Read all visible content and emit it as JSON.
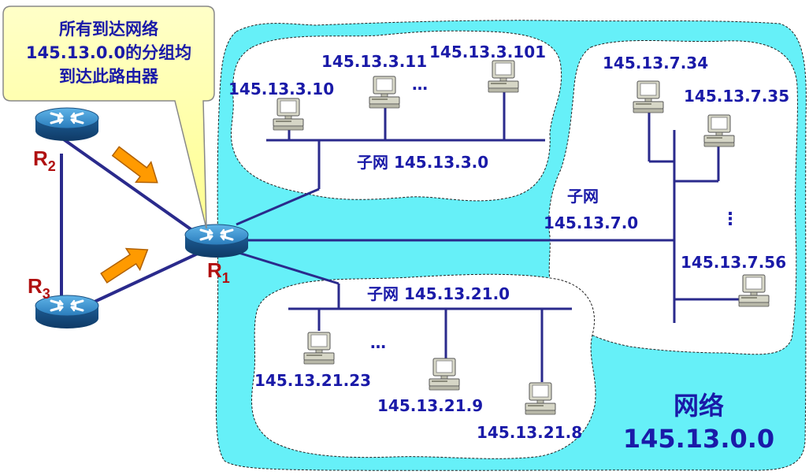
{
  "callout": {
    "line1": "所有到达网络",
    "line2": "145.13.0.0的分组均",
    "line3": "到达此路由器"
  },
  "routers": {
    "r1": {
      "letter": "R",
      "sub": "1"
    },
    "r2": {
      "letter": "R",
      "sub": "2"
    },
    "r3": {
      "letter": "R",
      "sub": "3"
    }
  },
  "network": {
    "label": "网络",
    "address": "145.13.0.0"
  },
  "subnet3": {
    "label": "子网 145.13.3.0",
    "hosts": [
      "145.13.3.10",
      "145.13.3.11",
      "145.13.3.101"
    ],
    "ellipsis": "…"
  },
  "subnet7": {
    "label_line1": "子网",
    "label_line2": "145.13.7.0",
    "hosts": [
      "145.13.7.34",
      "145.13.7.35",
      "145.13.7.56"
    ],
    "ellipsis": "⋮"
  },
  "subnet21": {
    "label": "子网 145.13.21.0",
    "hosts": [
      "145.13.21.23",
      "145.13.21.9",
      "145.13.21.8"
    ],
    "ellipsis": "…"
  },
  "colors": {
    "network_fill": "#66f0f8",
    "subnet_fill": "#ffffff",
    "link": "#2a2a8c",
    "callout_fill": "#ffffa8",
    "arrow": "#ff9a00",
    "router": "#1f6fa8",
    "label": "#1a1aa8",
    "router_label": "#b01010"
  }
}
